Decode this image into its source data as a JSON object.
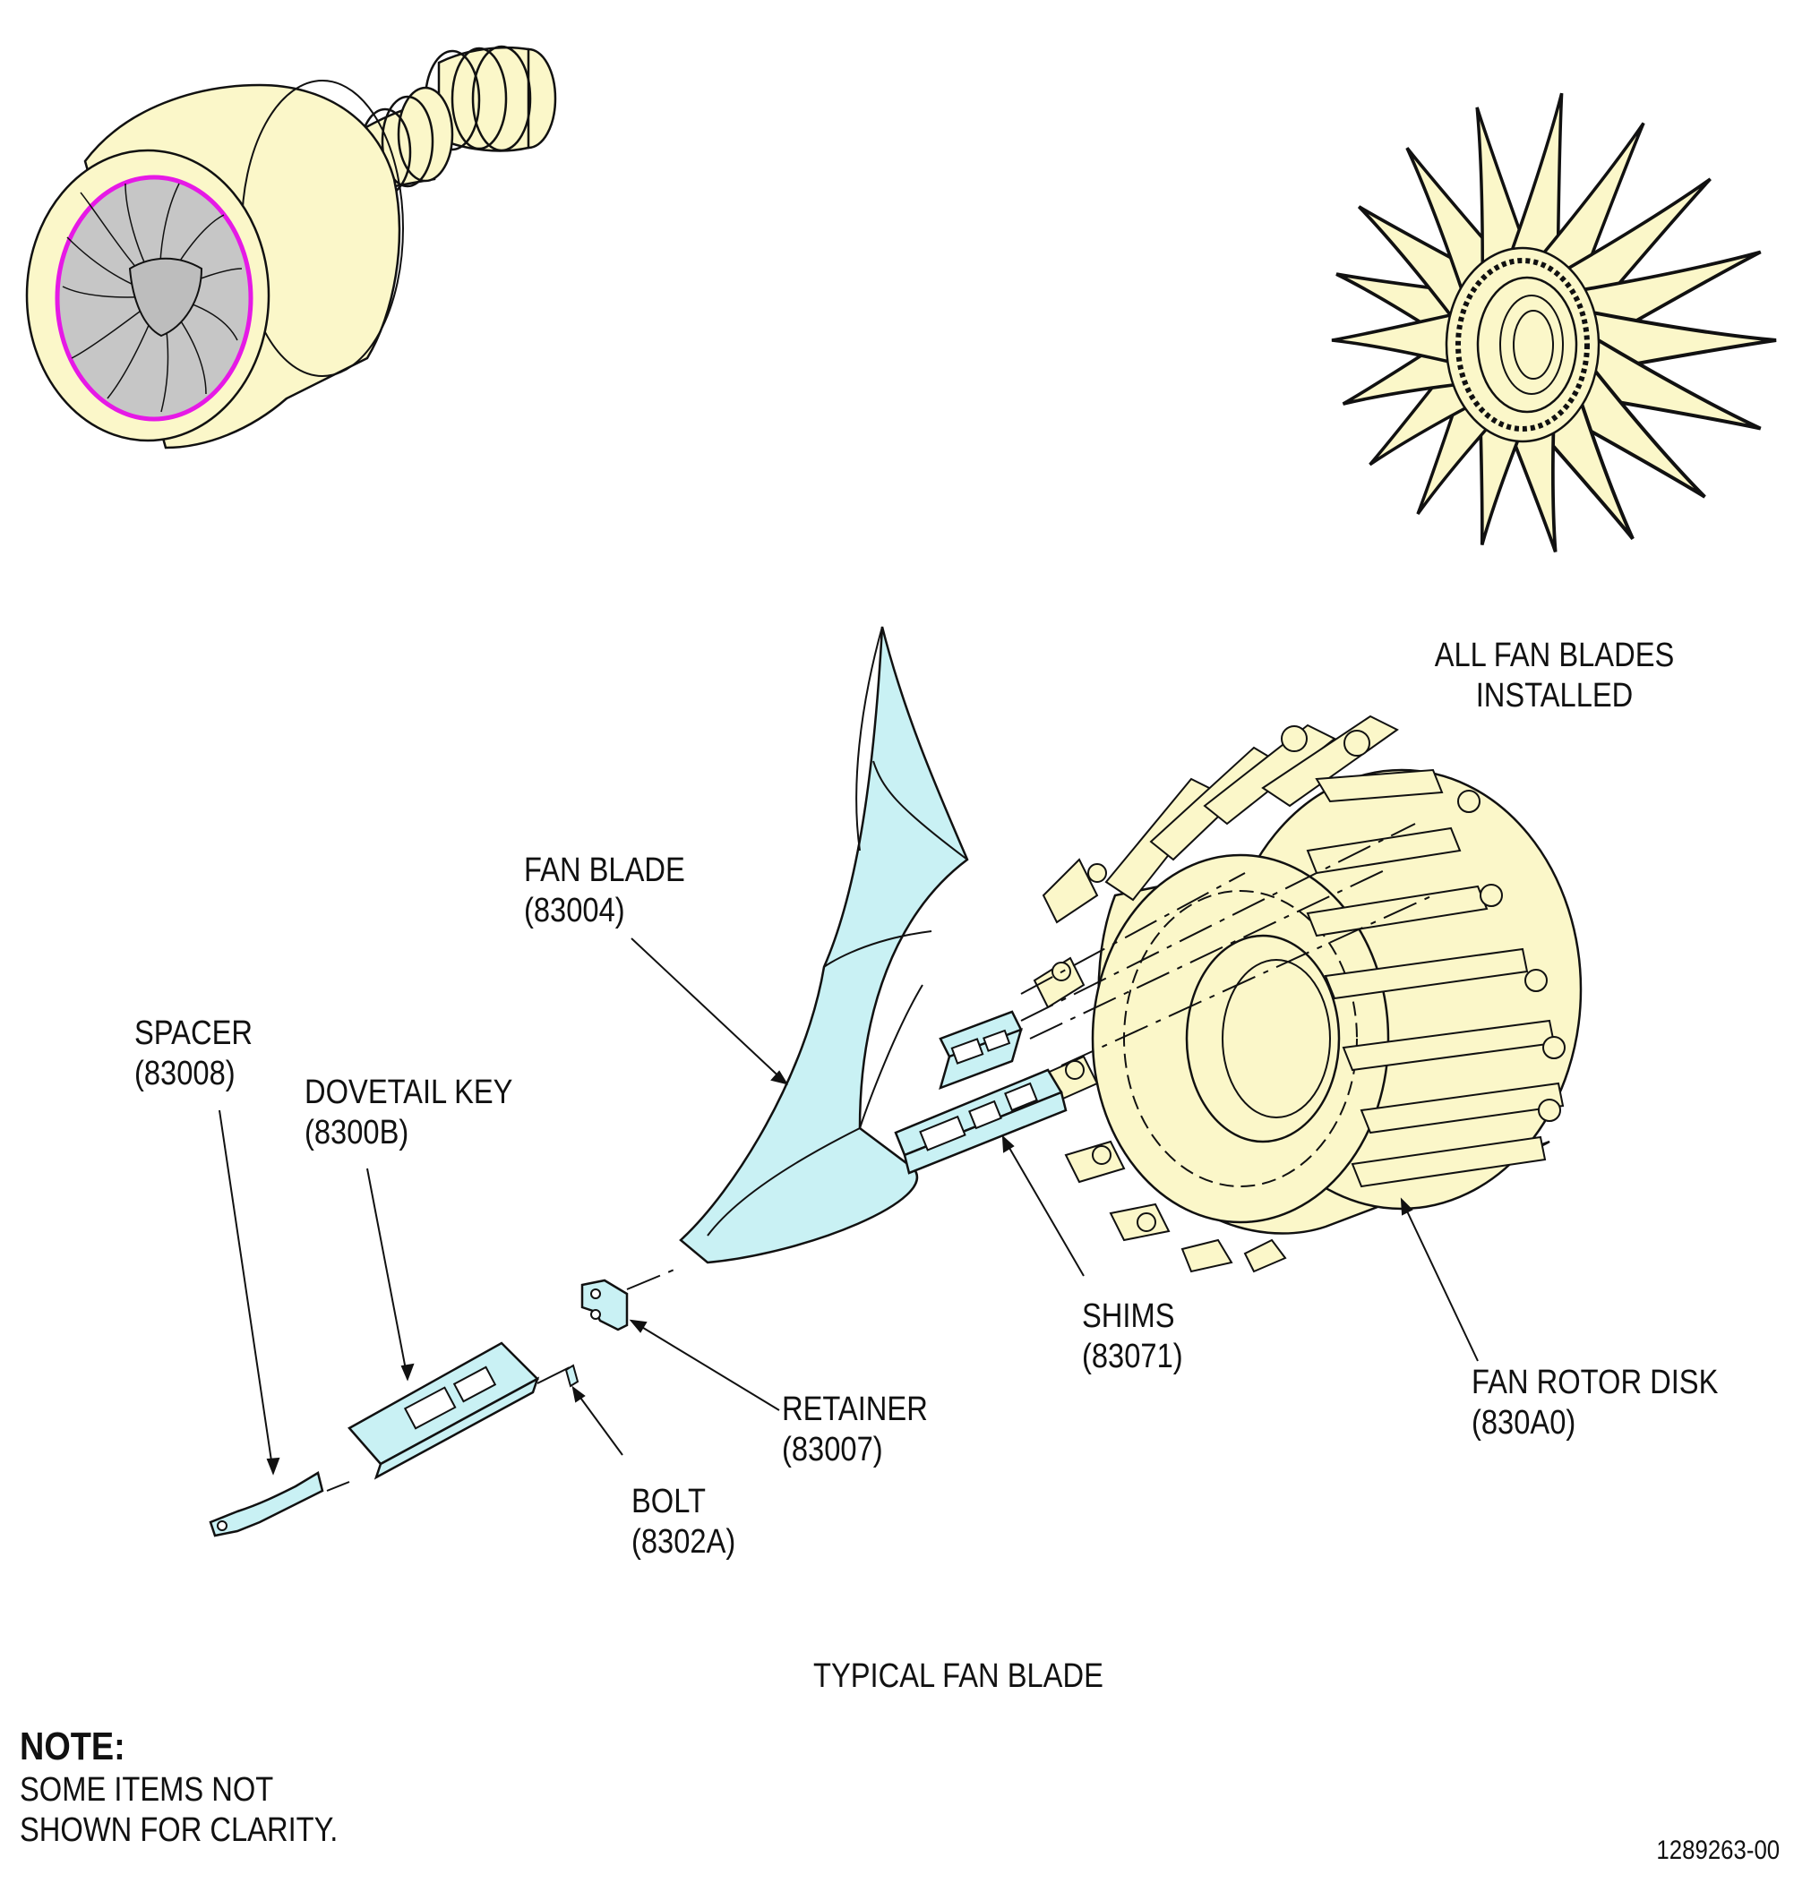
{
  "colors": {
    "engine_fill": "#fbf7c9",
    "part_fill": "#c9f1f4",
    "highlight": "#e619e6",
    "fan_gray": "#c6c6c6",
    "line": "#111111"
  },
  "labels": {
    "fan_blade": {
      "name": "FAN BLADE",
      "code": "(83004)"
    },
    "spacer": {
      "name": "SPACER",
      "code": "(83008)"
    },
    "dovetail_key": {
      "name": "DOVETAIL KEY",
      "code": "(8300B)"
    },
    "shims": {
      "name": "SHIMS",
      "code": "(83071)"
    },
    "fan_rotor_disk": {
      "name": "FAN ROTOR DISK",
      "code": "(830A0)"
    },
    "retainer": {
      "name": "RETAINER",
      "code": "(83007)"
    },
    "bolt": {
      "name": "BOLT",
      "code": "(8302A)"
    },
    "all_blades": {
      "line1": "ALL FAN BLADES",
      "line2": "INSTALLED"
    }
  },
  "caption": "TYPICAL FAN BLADE",
  "note": {
    "heading": "NOTE:",
    "line1": "SOME ITEMS NOT",
    "line2": "SHOWN FOR CLARITY."
  },
  "figure_number": "1289263-00"
}
